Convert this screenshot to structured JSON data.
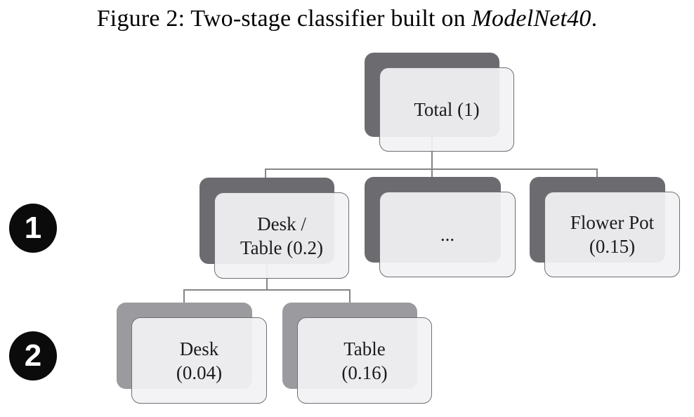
{
  "caption": {
    "prefix": "Figure 2: Two-stage classifier built on ",
    "italic": "ModelNet40",
    "suffix": "."
  },
  "tree": {
    "root": {
      "label": "Total (1)"
    },
    "stage1": {
      "badge": "1",
      "nodes": [
        {
          "line1": "Desk /",
          "line2": "Table (0.2)"
        },
        {
          "line1": "...",
          "line2": ""
        },
        {
          "line1": "Flower Pot",
          "line2": "(0.15)"
        }
      ]
    },
    "stage2": {
      "badge": "2",
      "nodes": [
        {
          "line1": "Desk",
          "line2": "(0.04)"
        },
        {
          "line1": "Table",
          "line2": "(0.16)"
        }
      ]
    }
  },
  "colors": {
    "stage1_shadow": "#6c6c70",
    "stage2_shadow": "#9b9b9f",
    "card_fill": "#f1f1f3",
    "card_border": "#707075",
    "connector": "#85858a",
    "badge_background": "#0b0b0b",
    "badge_text": "#ffffff"
  }
}
